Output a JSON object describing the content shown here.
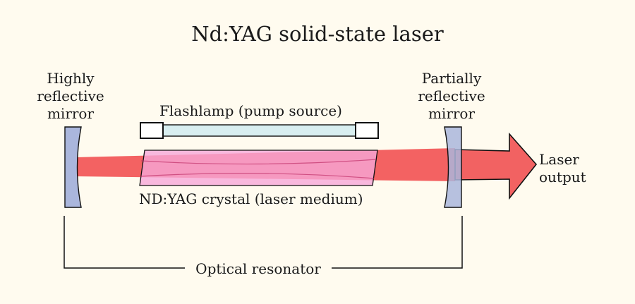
{
  "title": "Nd:YAG solid-state laser",
  "labels": {
    "left_mirror": [
      "Highly",
      "reflective",
      "mirror"
    ],
    "right_mirror": [
      "Partially",
      "reflective",
      "mirror"
    ],
    "flashlamp": "Flashlamp (pump source)",
    "crystal": "ND:YAG crystal (laser medium)",
    "output": [
      "Laser",
      "output"
    ],
    "resonator": "Optical resonator"
  },
  "colors": {
    "background": "#fffbef",
    "beam": "#f25a5a",
    "crystal_fill": "#f6a7d8",
    "mirror_fill": "#aab6dc",
    "flashlamp_tube": "#d8eef0",
    "outline": "#111111"
  }
}
